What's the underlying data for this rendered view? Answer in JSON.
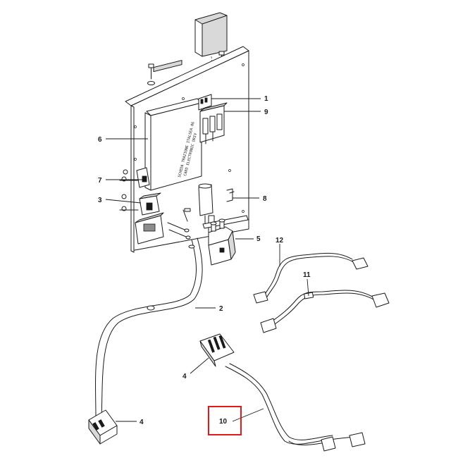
{
  "callouts": {
    "c1": "1",
    "c9": "9",
    "c6": "6",
    "c7": "7",
    "c3": "3",
    "c8": "8",
    "c5": "5",
    "c12": "12",
    "c11": "11",
    "c2": "2",
    "c4a": "4",
    "c4b": "4",
    "c10": "10"
  },
  "board_label": [
    "SCHEDA TRAZIONE ITALSEA 06",
    "CARD ELECTRONIC DRIV"
  ],
  "highlight_color": "#e0191b"
}
